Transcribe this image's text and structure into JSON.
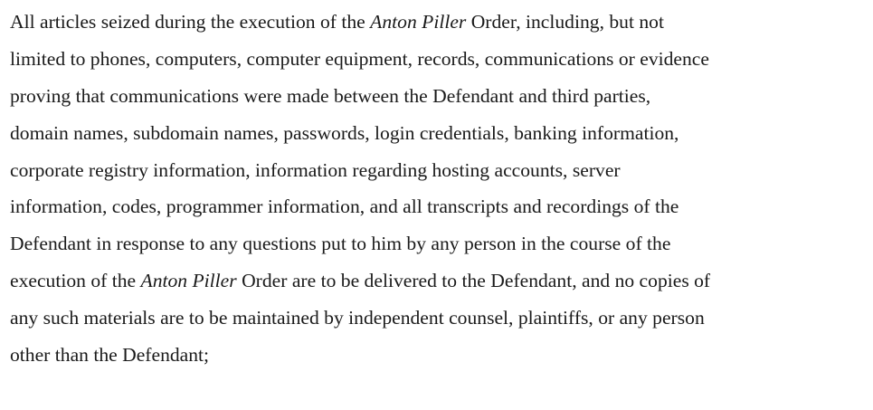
{
  "document": {
    "lines": [
      {
        "a": "All articles seized during the execution of the ",
        "b": "Anton Piller",
        "c": " Order, including, but not"
      },
      {
        "a": "limited to phones, computers, computer equipment, records, communications or evidence"
      },
      {
        "a": "proving that communications were made between the Defendant and third parties,"
      },
      {
        "a": "domain names, subdomain names, passwords, login credentials, banking information,"
      },
      {
        "a": "corporate registry information, information regarding hosting accounts, server"
      },
      {
        "a": "information, codes, programmer information, and all transcripts and recordings of the"
      },
      {
        "a": "Defendant in response to any questions put to him by any person in the course of the"
      },
      {
        "a": "execution of the ",
        "b": "Anton Piller",
        "c": " Order are to be delivered to the Defendant, and no copies of"
      },
      {
        "a": "any such materials are to be maintained by independent counsel, plaintiffs, or any person"
      },
      {
        "a": "other than the Defendant;"
      }
    ]
  }
}
